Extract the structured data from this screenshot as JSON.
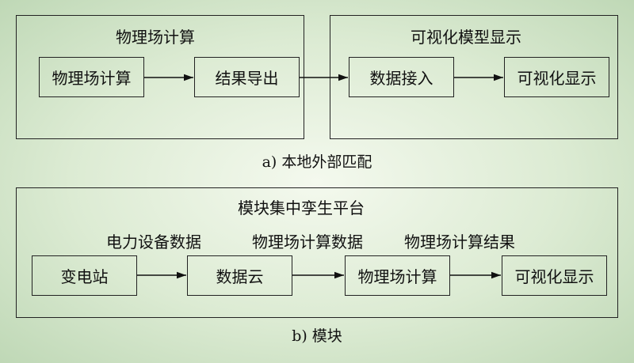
{
  "part_a": {
    "left_panel": {
      "title": "物理场计算",
      "box1": "物理场计算",
      "box2": "结果导出"
    },
    "right_panel": {
      "title": "可视化模型显示",
      "box1": "数据接入",
      "box2": "可视化显示"
    },
    "caption": "a) 本地外部匹配"
  },
  "part_b": {
    "title": "模块集中孪生平台",
    "flow_labels": [
      "电力设备数据",
      "物理场计算数据",
      "物理场计算结果"
    ],
    "boxes": [
      "变电站",
      "数据云",
      "物理场计算",
      "可视化显示"
    ],
    "caption": "b) 模块"
  }
}
